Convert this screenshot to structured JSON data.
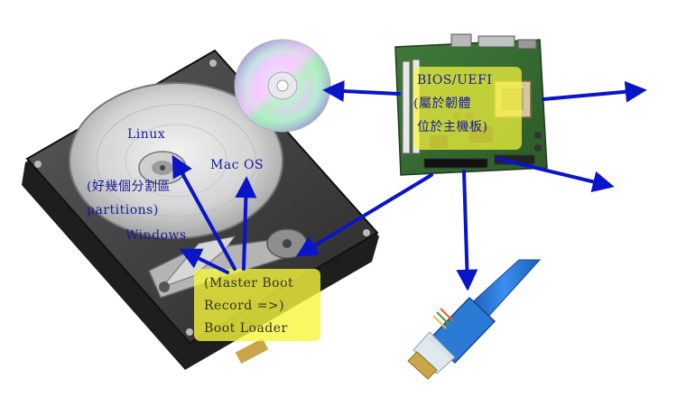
{
  "labels": {
    "linux": "Linux",
    "macos": "Mac OS",
    "partitions_line1": "(好幾個分割區",
    "partitions_line2": "partitions)",
    "windows": "Windows",
    "mbr_line1": "(Master Boot",
    "mbr_line2": "Record =>)",
    "mbr_line3": "Boot Loader",
    "bios_line1": "BIOS/UEFI",
    "bios_line2": "(屬於韌體",
    "bios_line3": "位於主機板)"
  },
  "colors": {
    "arrow": "#0a14c8",
    "label_text": "#1a1a99",
    "highlight": "#f6f63c"
  },
  "icons": {
    "disc": "optical-disc-icon",
    "drive": "hard-disk-drive-icon",
    "board": "motherboard-icon",
    "cable": "ethernet-cable-icon"
  }
}
